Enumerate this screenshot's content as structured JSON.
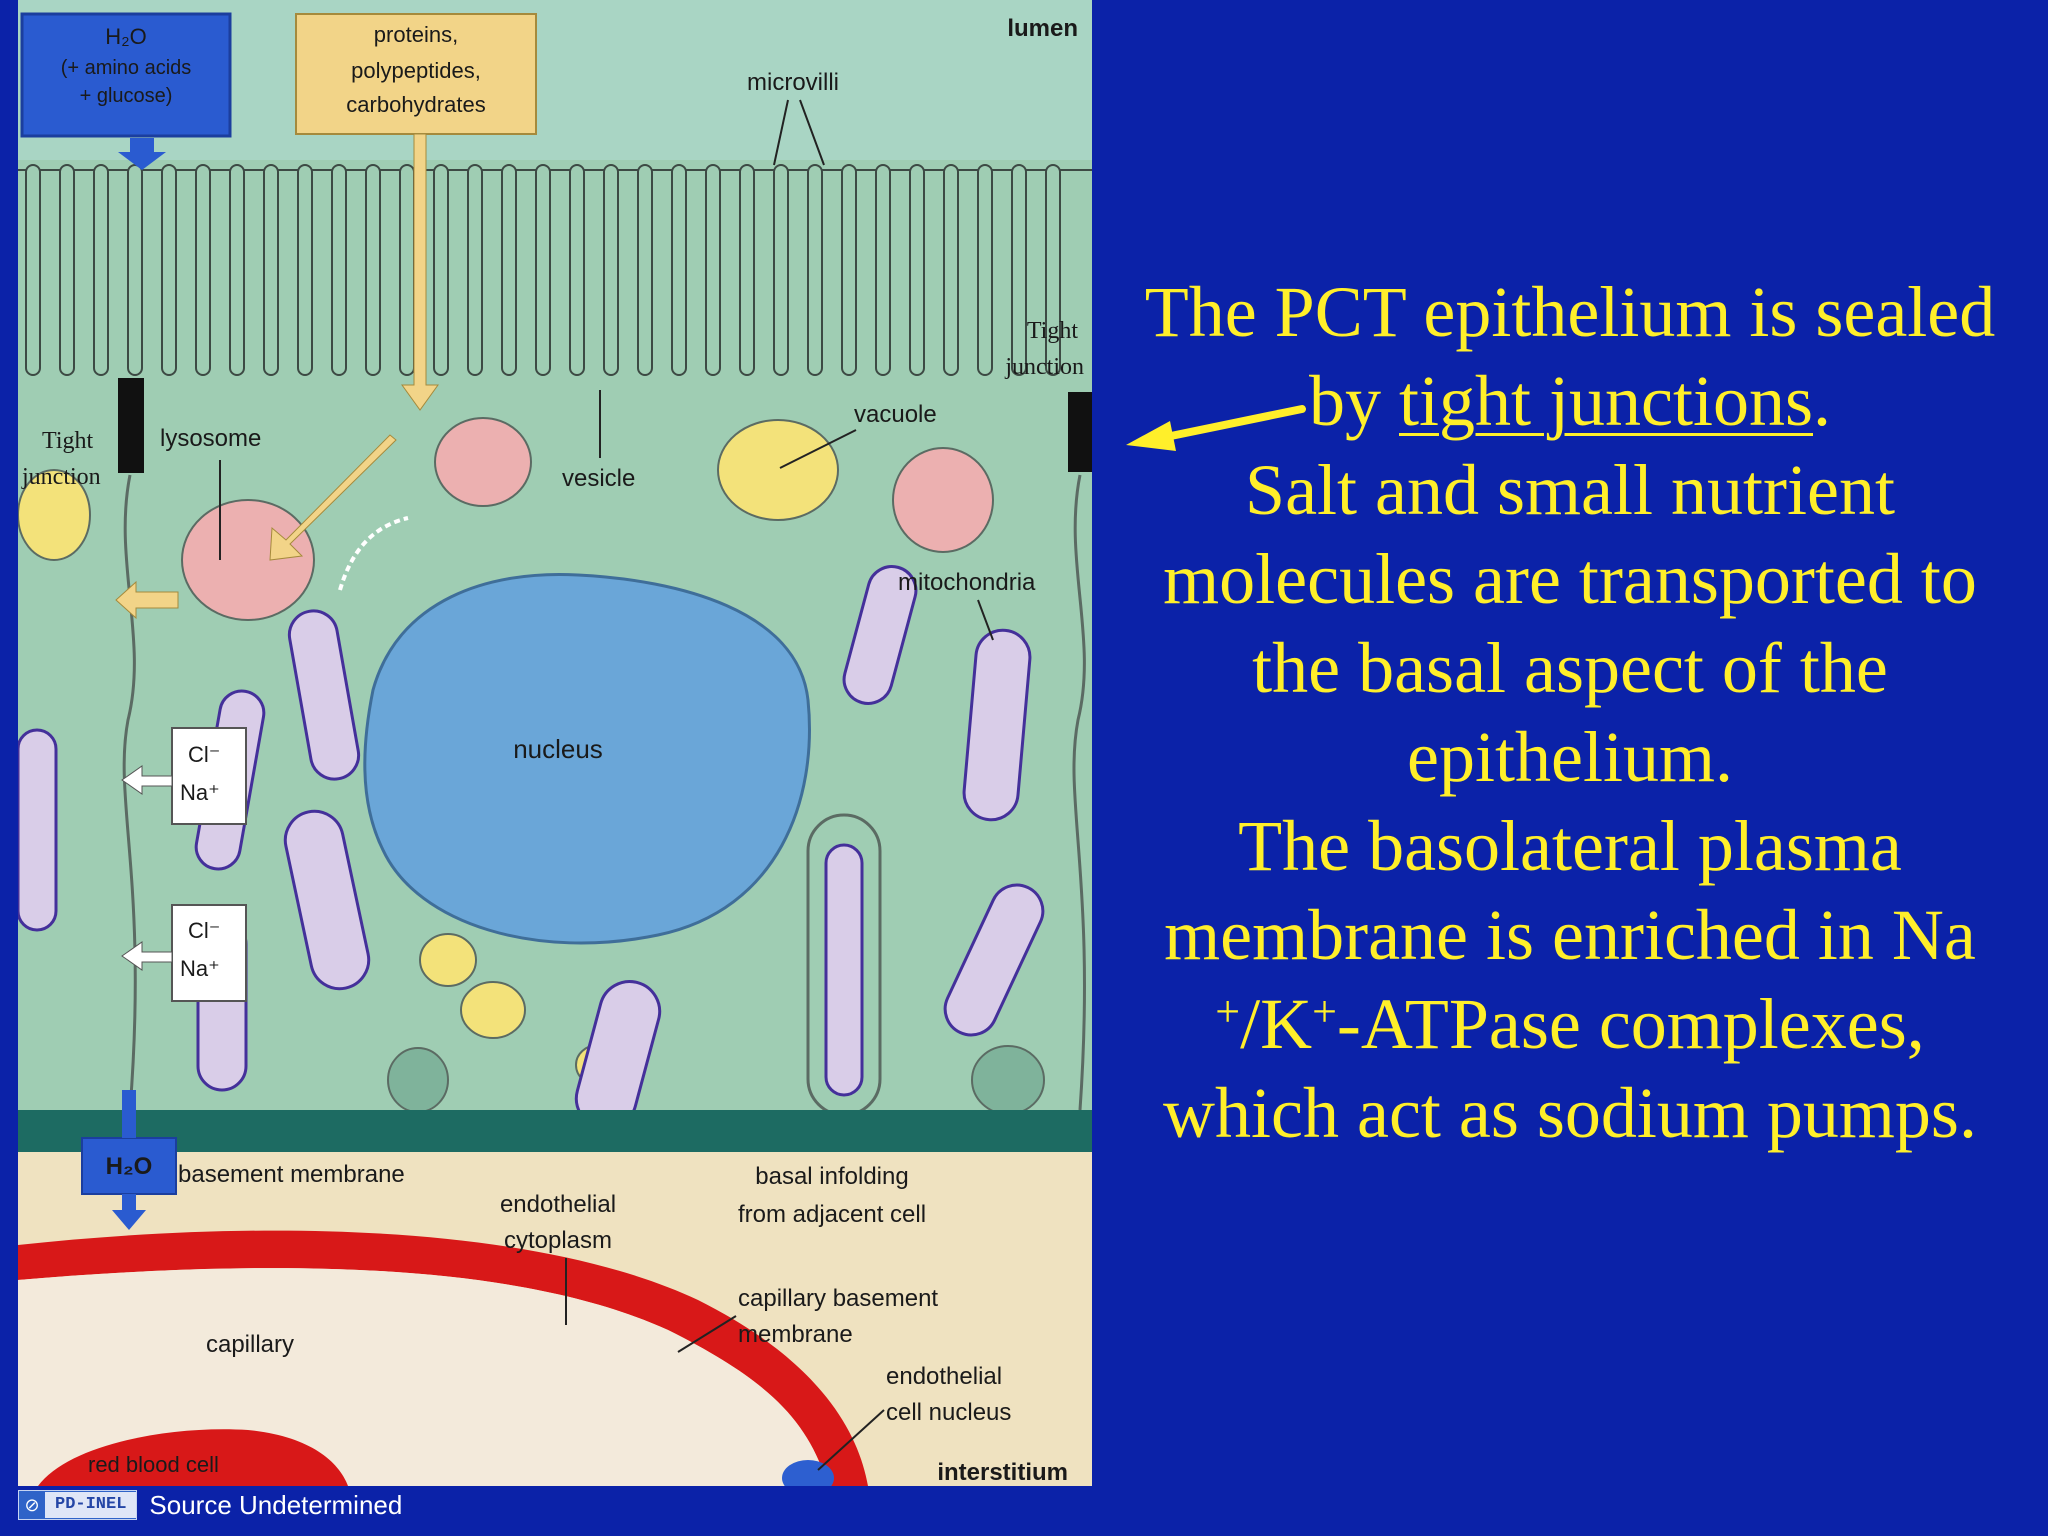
{
  "slide": {
    "background": "#0b22a8",
    "text_color": "#ffef2a",
    "paragraph1": {
      "line1": "The PCT epithelium is sealed",
      "line2_pre": "by ",
      "line2_link": "tight junctions",
      "line2_post": "."
    },
    "paragraph2": {
      "line1": "Salt and small nutrient",
      "line2": "molecules are transported to",
      "line3": "the basal aspect of the",
      "line4": "epithelium."
    },
    "paragraph3": {
      "line1": "The basolateral plasma",
      "line2": "membrane is enriched in Na",
      "sup1": "+",
      "mid": "/K",
      "sup2": "+",
      "line3_rest": "-ATPase complexes,",
      "line4": "which act as sodium pumps."
    }
  },
  "diagram": {
    "h2o_top": {
      "title": "H₂O",
      "line2": "(+ amino acids",
      "line3": "+ glucose)"
    },
    "proteins_box": {
      "line1": "proteins,",
      "line2": "polypeptides,",
      "line3": "carbohydrates"
    },
    "lumen": "lumen",
    "microvilli": "microvilli",
    "tight_junction_right": {
      "line1": "Tight",
      "line2": "junction"
    },
    "tight_junction_left": {
      "line1": "Tight",
      "line2": "junction"
    },
    "lysosome": "lysosome",
    "vesicle": "vesicle",
    "vacuole": "vacuole",
    "mitochondria": "mitochondria",
    "nucleus": "nucleus",
    "ion_box_1": {
      "cl": "Cl⁻",
      "na": "Na⁺"
    },
    "ion_box_2": {
      "cl": "Cl⁻",
      "na": "Na⁺"
    },
    "h2o_bottom": "H₂O",
    "basement_membrane": "basement membrane",
    "endothelial_cytoplasm": {
      "line1": "endothelial",
      "line2": "cytoplasm"
    },
    "basal_infolding": {
      "line1": "basal infolding",
      "line2": "from adjacent cell"
    },
    "capillary": "capillary",
    "capillary_basement": {
      "line1": "capillary basement",
      "line2": "membrane"
    },
    "endothelial_nucleus": {
      "line1": "endothelial",
      "line2": "cell nucleus"
    },
    "red_blood_cell": "red blood cell",
    "interstitium": "interstitium",
    "colors": {
      "cytoplasm": "#9fcdb3",
      "nucleus": "#6aa6d8",
      "lysosome": "#ecb0b0",
      "vacuole": "#f3e27a",
      "mitochondria": "#44309a",
      "basement": "#1d6b62",
      "interstitium": "#efe2c0",
      "capillary_wall": "#d81818",
      "label_box": "#f2d488",
      "h2o_box": "#2a5bd0"
    }
  },
  "footer": {
    "badge_icon": "cc-icon",
    "badge_text": "PD-INEL",
    "source": "Source Undetermined"
  }
}
